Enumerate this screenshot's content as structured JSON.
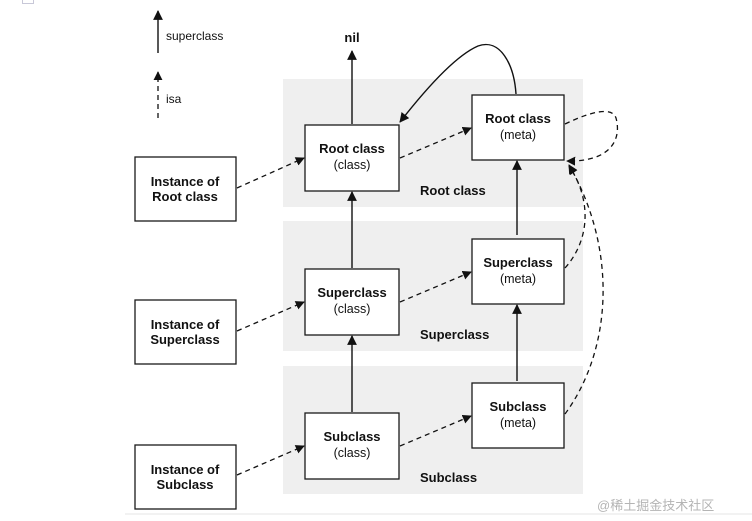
{
  "legend": {
    "superclass_label": "superclass",
    "isa_label": "isa"
  },
  "nil_label": "nil",
  "bands": {
    "root": "Root class",
    "superclass": "Superclass",
    "subclass": "Subclass"
  },
  "instances": {
    "root": [
      "Instance of",
      "Root class"
    ],
    "superclass": [
      "Instance of",
      "Superclass"
    ],
    "subclass": [
      "Instance of",
      "Subclass"
    ]
  },
  "classes": {
    "root": [
      "Root class",
      "(class)"
    ],
    "superclass": [
      "Superclass",
      "(class)"
    ],
    "subclass": [
      "Subclass",
      "(class)"
    ]
  },
  "metas": {
    "root": [
      "Root class",
      "(meta)"
    ],
    "superclass": [
      "Superclass",
      "(meta)"
    ],
    "subclass": [
      "Subclass",
      "(meta)"
    ]
  },
  "watermark": "@稀土掘金技术社区"
}
